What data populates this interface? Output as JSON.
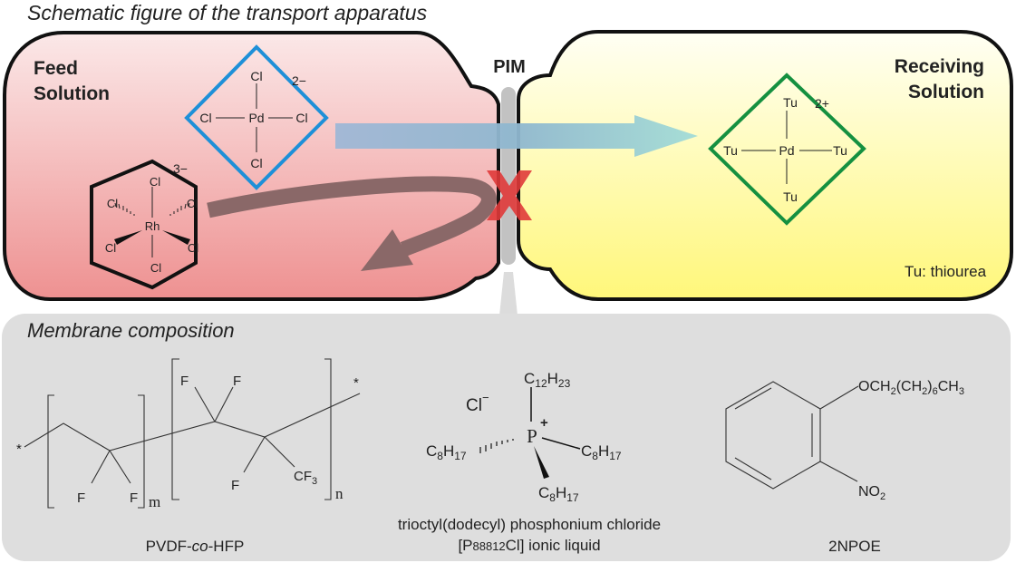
{
  "title": "Schematic figure of the transport apparatus",
  "colors": {
    "feed_top": "#fbe3e3",
    "feed_bottom": "#ee9595",
    "recv_top": "#fffff0",
    "recv_bottom": "#fff87a",
    "outline": "#111111",
    "pim": "#c4c4c4",
    "pd_cl_diamond": "#1e90d8",
    "pd_tu_diamond": "#159040",
    "transport_arrow_start": "#9fb9d6",
    "transport_arrow_end": "#9fdad6",
    "rejected_arrow": "#8a6868",
    "block_x": "#e03a3a",
    "composition_bg": "#dedede"
  },
  "feed": {
    "label_line1": "Feed",
    "label_line2": "Solution",
    "pd_complex": {
      "center": "Pd",
      "ligands": [
        "Cl",
        "Cl",
        "Cl",
        "Cl"
      ],
      "charge": "2−"
    },
    "rh_complex": {
      "center": "Rh",
      "ligands": [
        "Cl",
        "Cl",
        "Cl",
        "Cl",
        "Cl",
        "Cl"
      ],
      "charge": "3−"
    }
  },
  "membrane": {
    "label": "PIM"
  },
  "receiving": {
    "label_line1": "Receiving",
    "label_line2": "Solution",
    "pd_complex": {
      "center": "Pd",
      "ligands": [
        "Tu",
        "Tu",
        "Tu",
        "Tu"
      ],
      "charge": "2+"
    },
    "note": "Tu: thiourea"
  },
  "composition": {
    "title": "Membrane composition",
    "pvdf": {
      "atoms": [
        "F",
        "F",
        "F",
        "F",
        "F"
      ],
      "cf3": "CF",
      "cf3_sub": "3",
      "star": "*",
      "m": "m",
      "n": "n",
      "name_prefix": "PVDF-",
      "name_italic": "co",
      "name_suffix": "-HFP"
    },
    "ionic_liquid": {
      "anion": "Cl",
      "anion_charge": "−",
      "center": "P",
      "center_charge": "+",
      "top_group": {
        "c": "C",
        "c_sub": "12",
        "h": "H",
        "h_sub": "23"
      },
      "octyl": {
        "c": "C",
        "c_sub": "8",
        "h": "H",
        "h_sub": "17"
      },
      "name_line1": "trioctyl(dodecyl) phosphonium chloride",
      "name_line2_prefix": "[P",
      "name_line2_sub": "88812",
      "name_line2_suffix": "Cl] ionic liquid"
    },
    "npoe": {
      "ether_parts": [
        "OCH",
        "2",
        "(CH",
        "2",
        ")",
        "6",
        "CH",
        "3"
      ],
      "nitro_parts": [
        "NO",
        "2"
      ],
      "name": "2NPOE"
    }
  }
}
